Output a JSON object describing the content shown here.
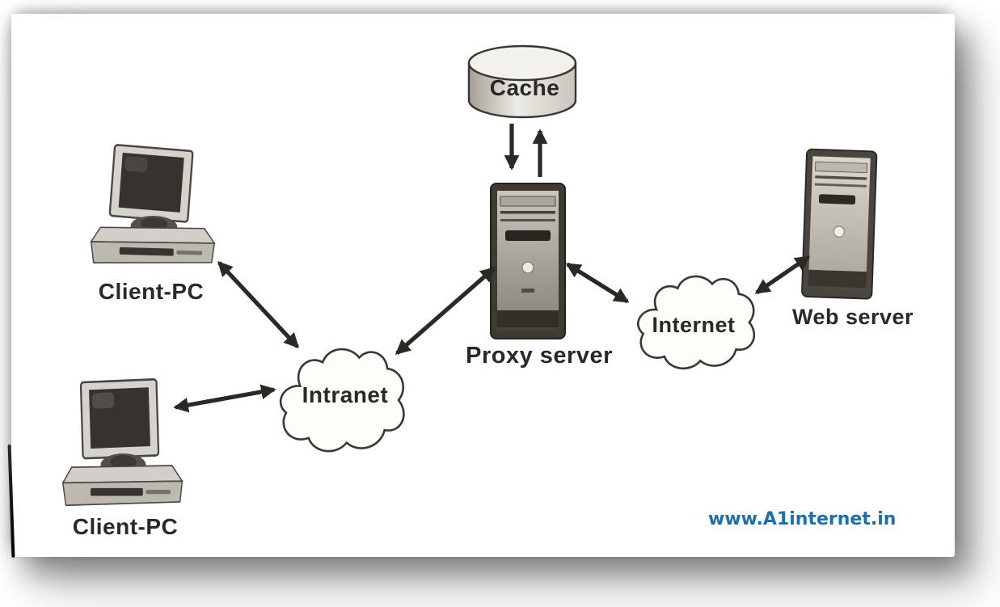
{
  "diagram": {
    "cache": {
      "label": "Cache"
    },
    "proxy": {
      "label": "Proxy server"
    },
    "internet": {
      "label": "Internet"
    },
    "web_server": {
      "label": "Web server"
    },
    "intranet": {
      "label": "Intranet"
    },
    "client_pc_top": {
      "label": "Client-PC"
    },
    "client_pc_bottom": {
      "label": "Client-PC"
    },
    "watermark": {
      "text": "www.A1internet.in",
      "color": "#1e6fa9"
    },
    "connections": [
      {
        "from": "cache",
        "to": "proxy_server",
        "type": "two-one-way-arrows"
      },
      {
        "from": "client_pc_top",
        "to": "intranet",
        "type": "bidirectional"
      },
      {
        "from": "client_pc_bottom",
        "to": "intranet",
        "type": "bidirectional"
      },
      {
        "from": "intranet",
        "to": "proxy_server",
        "type": "bidirectional"
      },
      {
        "from": "proxy_server",
        "to": "internet",
        "type": "bidirectional"
      },
      {
        "from": "internet",
        "to": "web_server",
        "type": "bidirectional"
      }
    ],
    "colors": {
      "arrow": "#2c2824",
      "label_text": "#2b2825",
      "cloud_fill": "#fdfdfa",
      "outline": "#3a3631"
    }
  }
}
